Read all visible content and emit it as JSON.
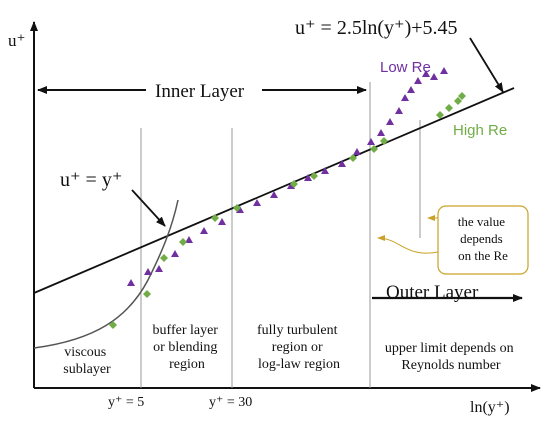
{
  "axes": {
    "y_label": "u⁺",
    "x_label": "ln(y⁺)"
  },
  "equations": {
    "log_law": "u⁺ = 2.5ln(y⁺)+5.45",
    "linear": "u⁺ = y⁺"
  },
  "layers": {
    "inner": "Inner Layer",
    "outer": "Outer Layer"
  },
  "regions": {
    "viscous": [
      "viscous",
      "sublayer"
    ],
    "buffer": [
      "buffer layer",
      "or blending",
      "region"
    ],
    "turbulent": [
      "fully turbulent",
      "region or",
      "log-law region"
    ],
    "outer": [
      "upper limit depends on",
      "Reynolds number"
    ]
  },
  "ticks": {
    "y5": "y⁺ = 5",
    "y30": "y⁺ = 30"
  },
  "legend": {
    "low_re": "Low Re",
    "high_re": "High Re",
    "low_re_color": "#7030a0",
    "high_re_color": "#70ad47"
  },
  "note": {
    "lines": [
      "the value",
      "depends",
      "on the Re"
    ],
    "color": "#c9a227"
  }
}
